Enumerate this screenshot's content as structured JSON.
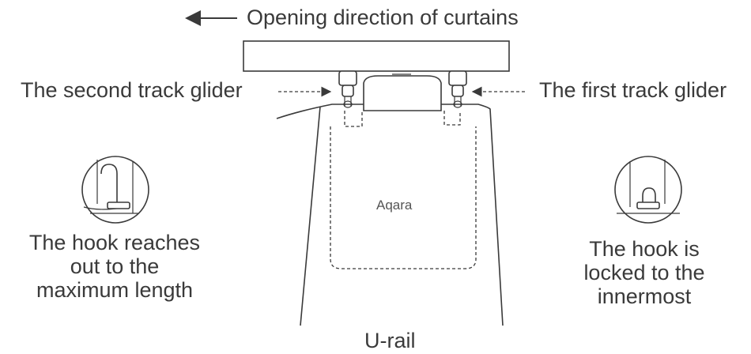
{
  "labels": {
    "opening_direction": "Opening direction of curtains",
    "second_glider": "The second track glider",
    "first_glider": "The first track glider",
    "hook_max_line1": "The hook reaches",
    "hook_max_line2": "out to the",
    "hook_max_line3": "maximum length",
    "hook_locked_line1": "The hook is",
    "hook_locked_line2": "locked to the",
    "hook_locked_line3": "innermost",
    "rail": "U-rail",
    "brand": "Aqara"
  },
  "colors": {
    "line": "#3a3a3a",
    "background": "#ffffff"
  }
}
